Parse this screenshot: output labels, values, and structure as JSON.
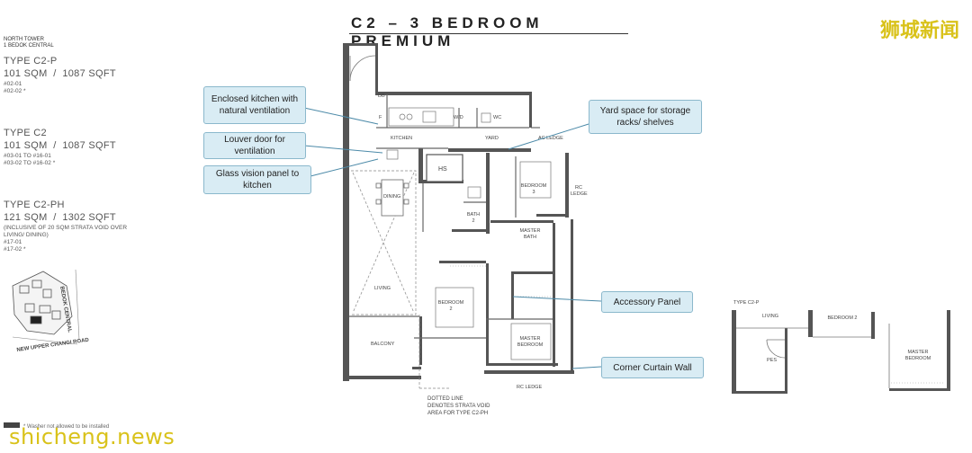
{
  "header": {
    "title": "C2 – 3 BEDROOM PREMIUM",
    "watermark_top": "狮城新闻",
    "watermark_bottom": "shicheng.news"
  },
  "project": {
    "tower": "NORTH TOWER",
    "address": "1 BEDOK CENTRAL"
  },
  "unit_types": [
    {
      "name": "TYPE C2-P",
      "size": "101 SQM  /  1087 SQFT",
      "units": [
        "#02-01",
        "#02-02 *"
      ]
    },
    {
      "name": "TYPE C2",
      "size": "101 SQM  /  1087 SQFT",
      "units": [
        "#03-01 to #16-01",
        "#03-02 to #16-02 *"
      ]
    },
    {
      "name": "TYPE C2-PH",
      "size": "121 SQM  /  1302 SQFT",
      "note": "(INCLUSIVE OF 20 SQM STRATA VOID OVER LIVING/ DINING)",
      "units": [
        "#17-01",
        "#17-02 *"
      ]
    }
  ],
  "site_plan": {
    "road_1": "BEDOK CENTRAL",
    "road_2": "NEW UPPER CHANGI ROAD"
  },
  "footnote": "* Washer not allowed to be installed",
  "callouts": {
    "enclosed_kitchen": "Enclosed kitchen with natural ventilation",
    "louver_door": "Louver door for ventilation",
    "glass_panel": "Glass vision panel to kitchen",
    "yard_space": "Yard space for storage racks/ shelves",
    "accessory_panel": "Accessory Panel",
    "curtain_wall": "Corner Curtain Wall"
  },
  "rooms": {
    "db": "DB",
    "f": "F",
    "wd": "W/D",
    "wc": "WC",
    "kitchen": "KITCHEN",
    "yard": "YARD",
    "ac_ledge": "AC LEDGE",
    "hs": "HS",
    "dining": "DINING",
    "bedroom3": "BEDROOM 3",
    "rc_ledge_right": "RC LEDGE",
    "bath2": "BATH 2",
    "master_bath": "MASTER BATH",
    "living": "LIVING",
    "bedroom2": "BEDROOM 2",
    "master_bedroom": "MASTER BEDROOM",
    "balcony": "BALCONY",
    "rc_ledge_bottom": "RC LEDGE"
  },
  "plan_note": "DOTTED LINE DENOTES STRATA VOID AREA FOR TYPE C2-PH",
  "inset": {
    "label": "TYPE C2-P",
    "living": "LIVING",
    "bedroom2": "BEDROOM 2",
    "pes": "PES",
    "master_bedroom": "MASTER BEDROOM"
  }
}
